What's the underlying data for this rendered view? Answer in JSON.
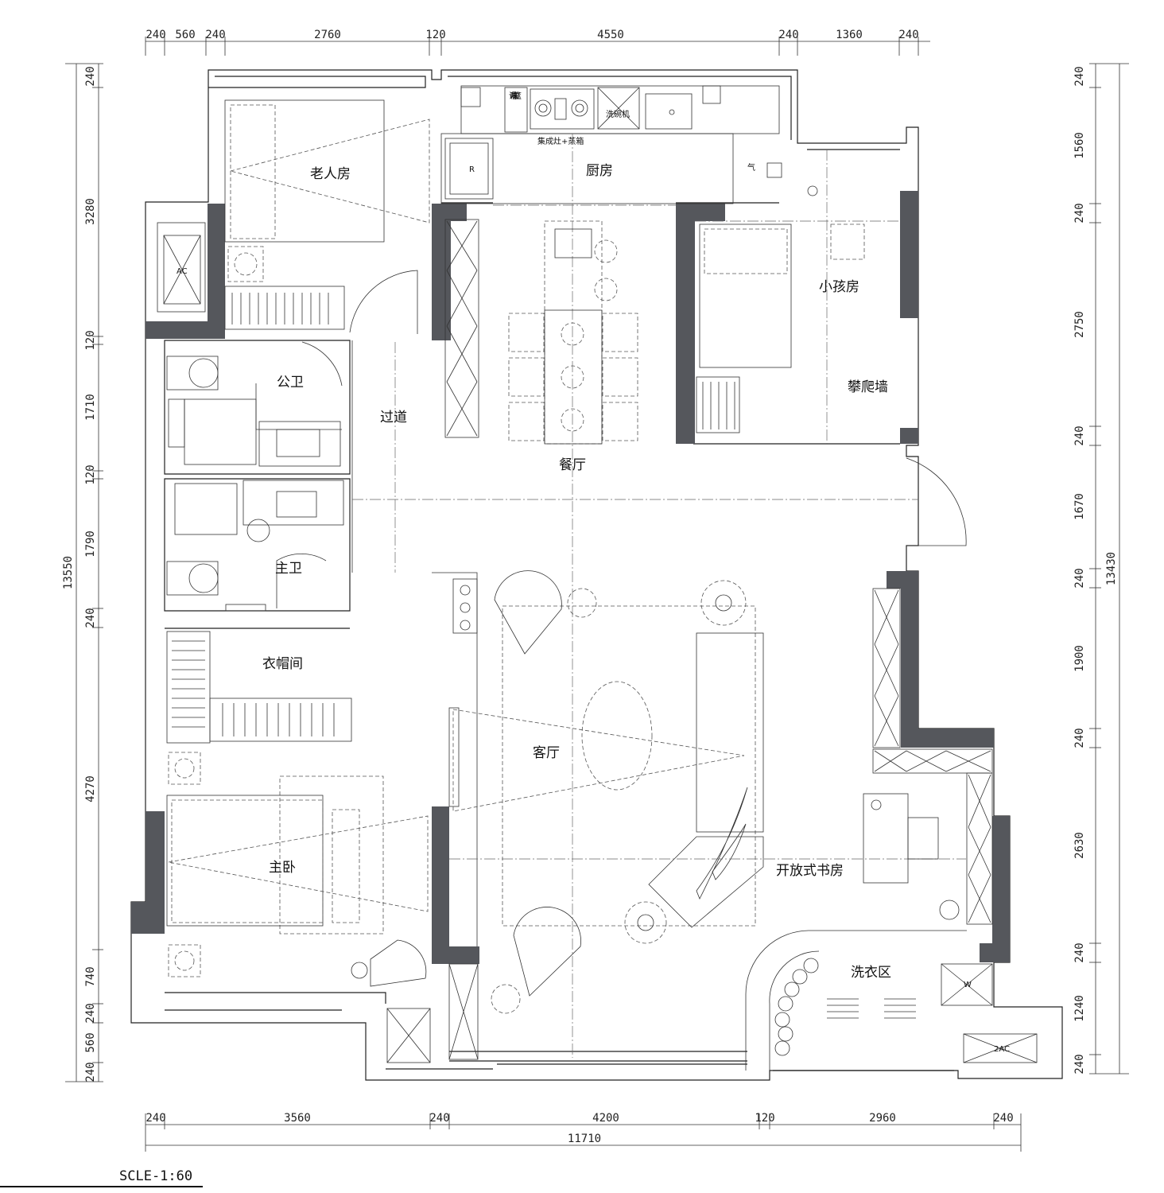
{
  "rooms": {
    "elder_room": "老人房",
    "kitchen": "厨房",
    "kids_room": "小孩房",
    "climbing_wall": "攀爬墙",
    "public_bath": "公卫",
    "corridor": "过道",
    "dining": "餐厅",
    "master_bath": "主卫",
    "cloakroom": "衣帽间",
    "living": "客厅",
    "master_bedroom": "主卧",
    "open_study": "开放式书房",
    "laundry": "洗衣区"
  },
  "appliances": {
    "seasoning_basket": "调味拉篮",
    "integrated_stove": "集成灶+蒸箱",
    "dishwasher": "洗碗机",
    "gas": "气",
    "fridge": "R",
    "ac_unit": "AC",
    "washer": "W",
    "ac_unit_2": "2AC"
  },
  "dimensions": {
    "top": [
      "240",
      "560",
      "240",
      "2760",
      "120",
      "4550",
      "240",
      "1360",
      "240"
    ],
    "bottom": [
      "240",
      "3560",
      "240",
      "4200",
      "120",
      "2960",
      "240"
    ],
    "bottom_total": "11710",
    "left": [
      "240",
      "3280",
      "120",
      "1710",
      "120",
      "1790",
      "240",
      "4270",
      "740",
      "240",
      "560",
      "240"
    ],
    "left_total": "13550",
    "right": [
      "240",
      "1560",
      "240",
      "2750",
      "240",
      "1670",
      "240",
      "1900",
      "240",
      "2630",
      "240",
      "1240",
      "240"
    ],
    "right_total": "13430"
  },
  "scale_label": "SCLE-1:60"
}
